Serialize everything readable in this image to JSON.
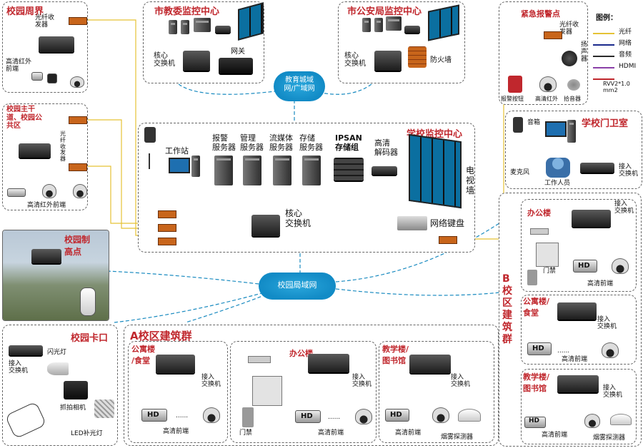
{
  "title_legend": "图例：",
  "legend": [
    {
      "label": "光纤",
      "color": "#e5c235"
    },
    {
      "label": "网络",
      "color": "#1a2a8c"
    },
    {
      "label": "音频",
      "color": "#2a2a2a"
    },
    {
      "label": "HDMI",
      "color": "#8a3fa8"
    },
    {
      "label": "RVV2*1.0\nmm2",
      "color": "#c0272d"
    }
  ],
  "groups": {
    "campus_perimeter": {
      "title": "校园周界",
      "converter": "光纤收\n发器",
      "camera": "高清红外\n前端"
    },
    "edu_center": {
      "title": "市教委监控中心",
      "core": "核心\n交换机",
      "gateway": "网关"
    },
    "police_center": {
      "title": "市公安局监控中心",
      "core": "核心\n交换机",
      "firewall": "防火墙"
    },
    "alarm": {
      "title": "紧急报警点",
      "converter": "光纤收\n发器",
      "speaker": "扬\n声\n器",
      "button": "报警按钮",
      "camera": "高清红外",
      "pickup": "拾音器"
    },
    "main_road": {
      "title": "校园主干\n道、校园公\n共区",
      "converter": "光\n纤\n收\n发\n器",
      "camera": "高清红外前端"
    },
    "school_center": {
      "title": "学校监控中心",
      "workstation": "工作站",
      "servers": [
        "报警\n服务器",
        "管理\n服务器",
        "流媒体\n服务器",
        "存储\n服务器"
      ],
      "ipsan": "IPSAN\n存储组",
      "decoder": "高清\n解码器",
      "tv_wall": "电\n视\n墙",
      "core": "核心\n交换机",
      "keyboard": "网络键盘"
    },
    "gate_guard": {
      "title": "学校门卫室",
      "speaker": "音箱",
      "mic": "麦克风",
      "staff": "工作人员",
      "access_switch": "接入\n交换机"
    },
    "campus_highpoint": {
      "title": "校园制\n高点"
    },
    "campus_checkpoint": {
      "title": "校园卡口",
      "access_switch": "接入\n交换机",
      "flash": "闪光灯",
      "capture": "抓拍相机",
      "led": "LED补光灯"
    },
    "area_a": {
      "title": "A校区建筑群",
      "dorm": {
        "title": "公寓楼\n/食堂",
        "switch": "接入\n交换机",
        "front": "高清前端"
      },
      "office": {
        "title": "办公楼",
        "switch": "接入\n交换机",
        "access": "门禁",
        "front": "高清前端"
      },
      "teaching": {
        "title": "教学楼/\n图书馆",
        "switch": "接入\n交换机",
        "front": "高清前端",
        "smoke": "烟雾探测器"
      }
    },
    "area_b": {
      "title": "B\n校\n区\n建\n筑\n群",
      "office": {
        "title": "办公楼",
        "switch": "接入\n交换机",
        "access": "门禁",
        "front": "高清前端"
      },
      "dorm": {
        "title": "公寓楼/\n食堂",
        "switch": "接入\n交换机",
        "front": "高清前端"
      },
      "teaching": {
        "title": "教学楼/\n图书馆",
        "switch": "接入\n交换机",
        "front": "高清前端",
        "smoke": "烟雾探测器"
      }
    }
  },
  "clouds": {
    "wan": "教育城域\n网/广域网",
    "lan": "校园局域网"
  },
  "camera_badge": "HD",
  "ellipsis": "......"
}
